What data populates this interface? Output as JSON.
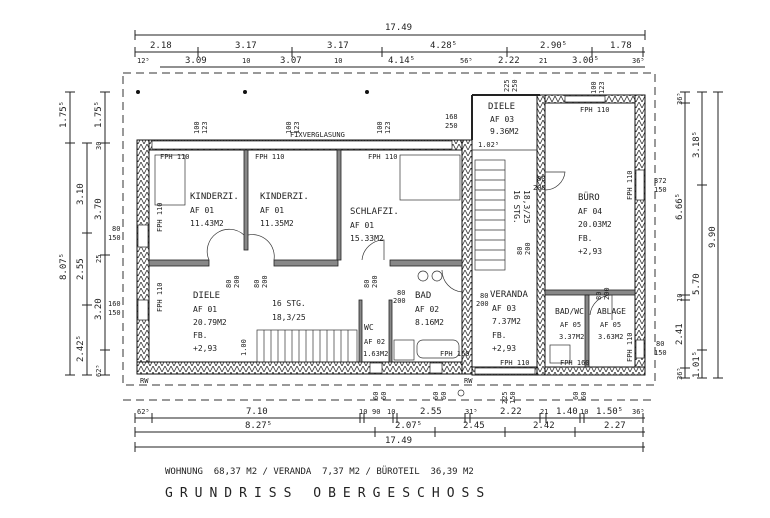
{
  "title": "GRUNDRISS OBERGESCHOSS",
  "summary": "WOHNUNG  68,37 M2 / VERANDA  7,37 M2 / BÜROTEIL  36,39 M2",
  "dims_top": {
    "total": "17.49",
    "row2": [
      "2.18",
      "3.17",
      "3.17",
      "4.28⁵",
      "2.90⁵",
      "1.78"
    ],
    "row3": [
      "12⁵",
      "3.09",
      "10",
      "3.07",
      "10",
      "4.14⁵",
      "56⁵",
      "2.22",
      "21",
      "3.00⁵",
      "36⁵"
    ]
  },
  "dims_bottom": {
    "row1": [
      "62⁵",
      "7.10",
      "10",
      "90",
      "10",
      "2.55",
      "31⁵",
      "2.22",
      "21",
      "1.40",
      "10",
      "1.50⁵",
      "36⁵"
    ],
    "row2": [
      "8.27⁵",
      "2.07⁵",
      "2.45",
      "2.42",
      "2.27"
    ],
    "total": "17.49"
  },
  "dims_left": {
    "col1": [
      "1.75⁵",
      "8.07⁵"
    ],
    "col2": [
      "3.10",
      "2.55",
      "2.42⁵"
    ],
    "col3": [
      "1.75⁵",
      "30",
      "3.70",
      "25",
      "3.20",
      "62⁵"
    ]
  },
  "dims_right": {
    "col1": [
      "36⁵",
      "6.66⁵",
      "10",
      "2.41",
      "36⁵"
    ],
    "col2": [
      "3.18⁵",
      "5.70",
      "1.01⁵"
    ],
    "col3": [
      "9.90"
    ]
  },
  "rooms": [
    {
      "name": "KINDERZI.",
      "af": "AF 01",
      "area": "11.43M2"
    },
    {
      "name": "KINDERZI.",
      "af": "AF 01",
      "area": "11.35M2"
    },
    {
      "name": "SCHLAFZI.",
      "af": "AF 01",
      "area": "15.33M2"
    },
    {
      "name": "DIELE",
      "af": "AF 01",
      "area": "20.79M2",
      "fb": "FB.",
      "level": "+2,93"
    },
    {
      "name": "WC",
      "af": "AF 02",
      "area": "1.63M2"
    },
    {
      "name": "BAD",
      "af": "AF 02",
      "area": "8.16M2"
    },
    {
      "name": "DIELE",
      "af": "AF 03",
      "area": "9.36M2"
    },
    {
      "name": "VERANDA",
      "af": "AF 03",
      "area": "7.37M2",
      "fb": "FB.",
      "level": "+2,93"
    },
    {
      "name": "BÜRO",
      "af": "AF 04",
      "area": "20.03M2",
      "fb": "FB.",
      "level": "+2,93"
    },
    {
      "name": "BAD/WC",
      "af": "AF 05",
      "area": "3.37M2"
    },
    {
      "name": "ABLAGE",
      "af": "AF 05",
      "area": "3.63M2"
    }
  ],
  "stairs": [
    {
      "steps": "16 STG.",
      "ratio": "18,3/25",
      "width": "1.00"
    },
    {
      "steps": "16 STG.",
      "ratio": "18,3/25",
      "width": "1.02⁵"
    }
  ],
  "labels": {
    "fixverglasung": "FIXVERGLASUNG",
    "fph110": "FPH 110",
    "fph160": "FPH 160",
    "rw": "RW",
    "w100": "100",
    "w123": "123",
    "w168": "168",
    "w250": "250",
    "w225": "225",
    "w150": "150",
    "w80": "80",
    "w160": "160",
    "w372": "372",
    "w60": "60",
    "d80": "80",
    "d200": "200"
  }
}
